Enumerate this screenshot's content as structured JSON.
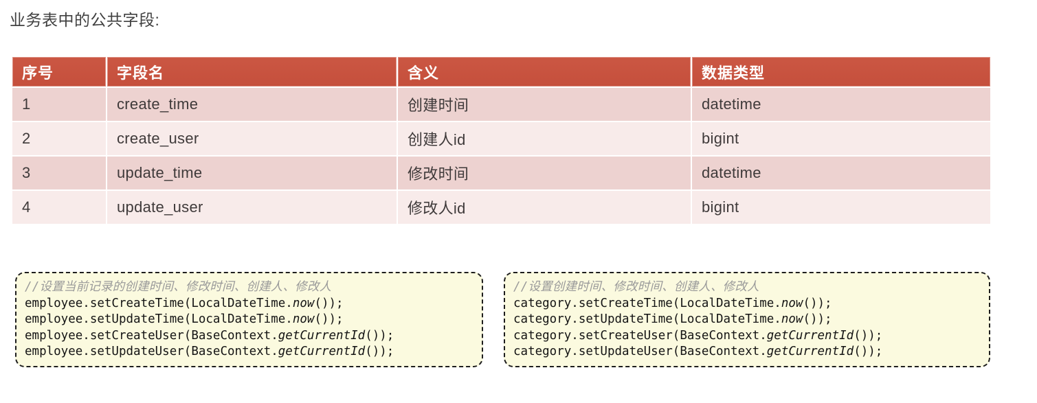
{
  "page": {
    "title": "业务表中的公共字段:"
  },
  "table": {
    "headers": [
      "序号",
      "字段名",
      "含义",
      "数据类型"
    ],
    "rows": [
      {
        "seq": "1",
        "field": "create_time",
        "meaning": "创建时间",
        "type": "datetime"
      },
      {
        "seq": "2",
        "field": "create_user",
        "meaning": "创建人id",
        "type": "bigint"
      },
      {
        "seq": "3",
        "field": "update_time",
        "meaning": "修改时间",
        "type": "datetime"
      },
      {
        "seq": "4",
        "field": "update_user",
        "meaning": "修改人id",
        "type": "bigint"
      }
    ],
    "header_bg": "#c8503f",
    "row_odd_bg": "#edd2d0",
    "row_even_bg": "#f8ebea"
  },
  "code_blocks": {
    "left": {
      "comment": "//设置当前记录的创建时间、修改时间、创建人、修改人",
      "lines": [
        {
          "prefix": "employee.setCreateTime(LocalDateTime.",
          "em": "now",
          "suffix": "());"
        },
        {
          "prefix": "employee.setUpdateTime(LocalDateTime.",
          "em": "now",
          "suffix": "());"
        },
        {
          "prefix": "employee.setCreateUser(BaseContext.",
          "em": "getCurrentId",
          "suffix": "());"
        },
        {
          "prefix": "employee.setUpdateUser(BaseContext.",
          "em": "getCurrentId",
          "suffix": "());"
        }
      ]
    },
    "right": {
      "comment": "//设置创建时间、修改时间、创建人、修改人",
      "lines": [
        {
          "prefix": "category.setCreateTime(LocalDateTime.",
          "em": "now",
          "suffix": "());"
        },
        {
          "prefix": "category.setUpdateTime(LocalDateTime.",
          "em": "now",
          "suffix": "());"
        },
        {
          "prefix": "category.setCreateUser(BaseContext.",
          "em": "getCurrentId",
          "suffix": "());"
        },
        {
          "prefix": "category.setUpdateUser(BaseContext.",
          "em": "getCurrentId",
          "suffix": "());"
        }
      ]
    },
    "box_bg": "#fbfadf",
    "comment_color": "#9a9a9a"
  }
}
